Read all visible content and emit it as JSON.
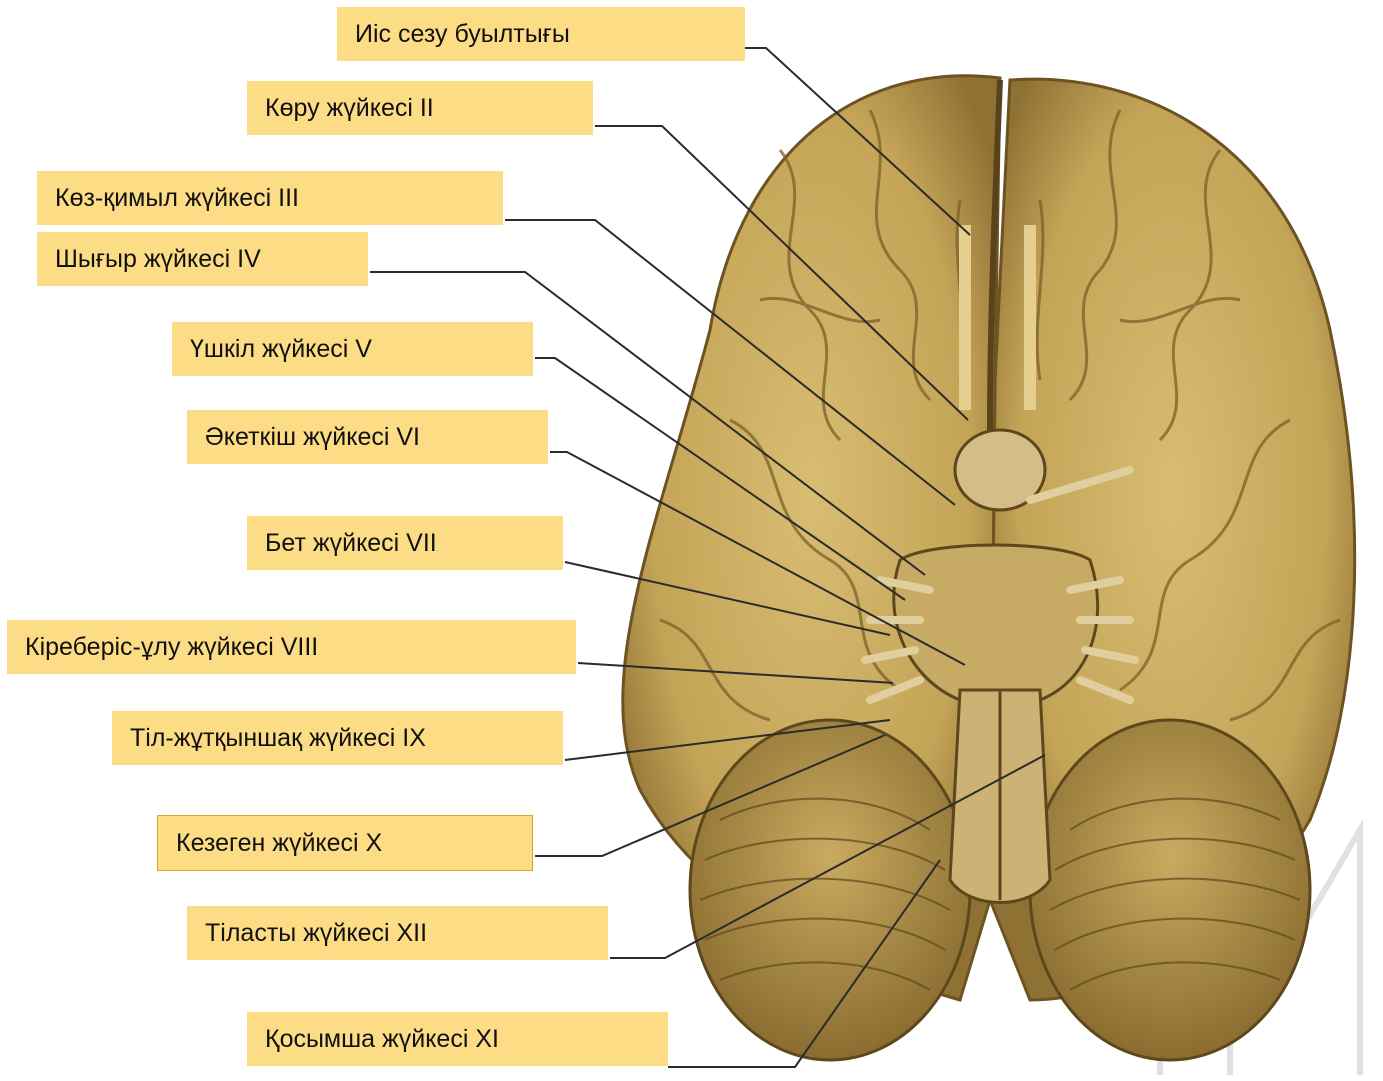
{
  "figure": {
    "subject": "brain-base-cranial-nerves",
    "colors": {
      "label_fill": "#fddc86",
      "leader_line": "#2b2b2b",
      "brain_tissue": "#c9a95e",
      "brain_shadow": "#7a5f2a",
      "background": "#ffffff"
    }
  },
  "labels": [
    {
      "id": "olfactory",
      "text": "Иіс сезу буылтығы"
    },
    {
      "id": "optic",
      "text": "Көру жүйкесі II"
    },
    {
      "id": "oculomotor",
      "text": "Көз-қимыл жүйкесі III"
    },
    {
      "id": "trochlear",
      "text": "Шығыр жүйкесі IV"
    },
    {
      "id": "trigeminal",
      "text": "Үшкіл жүйкесі V"
    },
    {
      "id": "abducens",
      "text": "Әкеткіш жүйкесі VI"
    },
    {
      "id": "facial",
      "text": "Бет жүйкесі VII"
    },
    {
      "id": "vestibulocochlear",
      "text": "Кіреберіс-ұлу жүйкесі VIII"
    },
    {
      "id": "glossopharyngeal",
      "text": "Тіл-жұтқыншақ жүйкесі IX"
    },
    {
      "id": "vagus",
      "text": "Кезеген жүйкесі X"
    },
    {
      "id": "hypoglossal",
      "text": "Тіласты жүйкесі  XII"
    },
    {
      "id": "accessory",
      "text": "Қосымша жүйкесі XI"
    }
  ]
}
